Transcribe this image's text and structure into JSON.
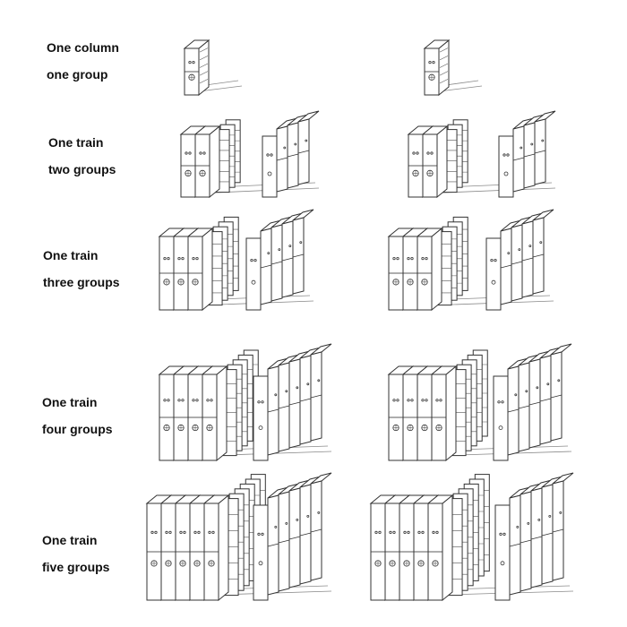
{
  "rows": [
    {
      "label_lines": [
        "One column",
        "one group"
      ],
      "groups": 1
    },
    {
      "label_lines": [
        "One train",
        "two groups"
      ],
      "groups": 2
    },
    {
      "label_lines": [
        "One train",
        "three groups"
      ],
      "groups": 3
    },
    {
      "label_lines": [
        "One train",
        "four groups"
      ],
      "groups": 4
    },
    {
      "label_lines": [
        "One train",
        "five groups"
      ],
      "groups": 5
    }
  ],
  "variants_per_row": 2
}
